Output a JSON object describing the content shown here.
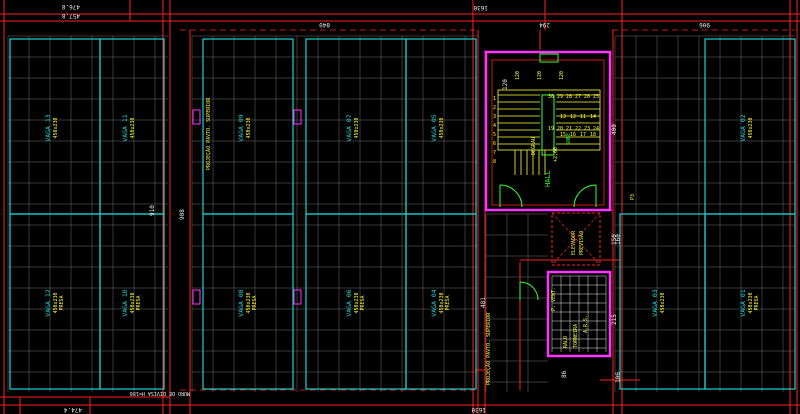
{
  "colors": {
    "background": "#000000",
    "grid": "#6e6e6e",
    "bay_outline": "#1fd3d3",
    "red": "#ff2020",
    "yellow": "#ffff33",
    "green": "#33ff33",
    "magenta": "#ff33ff",
    "white": "#e8e8e8"
  },
  "dimensions": {
    "top_total": "476.8",
    "top_left": "457.8",
    "top_mid_a": "840",
    "top_center": "1630",
    "top_stair": "294",
    "top_right": "906",
    "bottom_total": "474.4",
    "bottom_center": "1630",
    "side_910": "910",
    "side_908": "908",
    "side_400": "400",
    "side_150": "150",
    "side_160": "160",
    "side_215": "215",
    "side_106": "106",
    "side_120": "120",
    "side_481": "481",
    "side_86": "86"
  },
  "parking_bays": [
    {
      "name": "VAGA 13",
      "size": "450x230",
      "tag": ""
    },
    {
      "name": "VAGA 11",
      "size": "450x230",
      "tag": ""
    },
    {
      "name": "VAGA 09",
      "size": "450x230",
      "tag": ""
    },
    {
      "name": "VAGA 07",
      "size": "450x230",
      "tag": ""
    },
    {
      "name": "VAGA 05",
      "size": "450x230",
      "tag": ""
    },
    {
      "name": "VAGA 02",
      "size": "450x230",
      "tag": ""
    },
    {
      "name": "VAGA 12",
      "size": "450x230",
      "tag": "PRESA"
    },
    {
      "name": "VAGA 10",
      "size": "450x230",
      "tag": "PRESA"
    },
    {
      "name": "VAGA 08",
      "size": "450x230",
      "tag": "PRESA"
    },
    {
      "name": "VAGA 06",
      "size": "450x230",
      "tag": "PRESA"
    },
    {
      "name": "VAGA 04",
      "size": "450x230",
      "tag": "PRESA"
    },
    {
      "name": "VAGA 03",
      "size": "450x230",
      "tag": ""
    },
    {
      "name": "VAGA 01",
      "size": "450x230",
      "tag": "PRESA"
    }
  ],
  "annotations": {
    "projection_left": "PROJEÇÃO PAVTO. SUPERIOR",
    "projection_bottom": "PROJEÇÃO PAVTO. SUPERIOR",
    "wall_note": "MURO DE DIVISA H=180",
    "hall": "HALL",
    "hall_level": "+2,60",
    "elevator": "ELEVADOR",
    "elevator_note": "PREVISÃO",
    "p_vent": "P. VENT.",
    "ars": "A.R.S.",
    "ars_detail": "TORNEIRA",
    "ralo": "RALO",
    "sobe": "SOBE",
    "p3": "P3",
    "degrau": "DEGRAU"
  },
  "stair_steps": [
    "1",
    "2",
    "3",
    "4",
    "5",
    "6",
    "7",
    "8",
    "9",
    "10",
    "11",
    "12",
    "13",
    "14",
    "15",
    "16",
    "17",
    "18",
    "19",
    "20",
    "21",
    "22",
    "23",
    "24",
    "25",
    "26",
    "27",
    "28",
    "29",
    "30"
  ],
  "stair_numbers_right": [
    "13",
    "12",
    "11",
    "14",
    "15",
    "16",
    "17",
    "18"
  ],
  "stair_top_labels": [
    "120",
    "120",
    "120"
  ]
}
